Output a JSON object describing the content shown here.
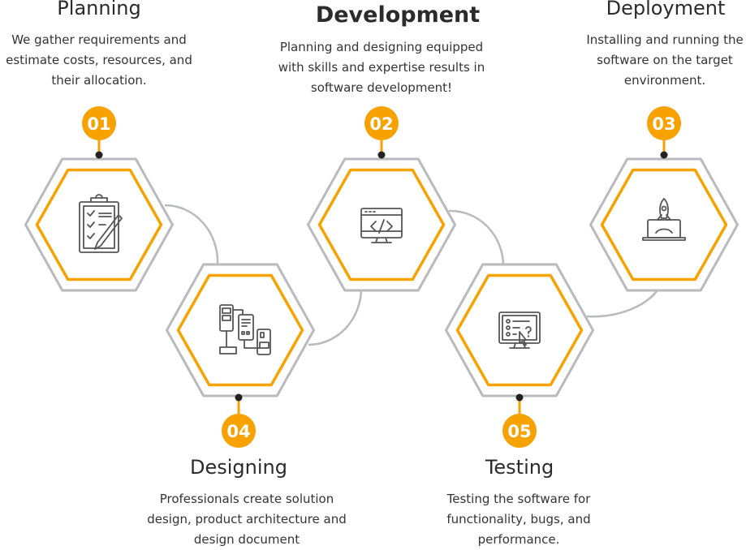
{
  "colors": {
    "accent": "#f7a200",
    "hex_outline": "#b8babd",
    "icon": "#555555",
    "connector": "#b8babd"
  },
  "steps": [
    {
      "number": "01",
      "title": "Planning",
      "description": "We gather requirements and estimate costs, resources, and their allocation.",
      "icon": "clipboard-checklist-icon"
    },
    {
      "number": "02",
      "title": "Development",
      "description": "Planning and designing equipped with skills and expertise results in software development!",
      "icon": "monitor-code-icon"
    },
    {
      "number": "03",
      "title": "Deployment",
      "description": "Installing and running the software on the target environment.",
      "icon": "laptop-rocket-icon"
    },
    {
      "number": "04",
      "title": "Designing",
      "description": "Professionals create solution design, product architecture and design document",
      "icon": "wireframe-flow-icon"
    },
    {
      "number": "05",
      "title": "Testing",
      "description": "Testing the software for functionality, bugs, and performance.",
      "icon": "monitor-test-icon"
    }
  ]
}
